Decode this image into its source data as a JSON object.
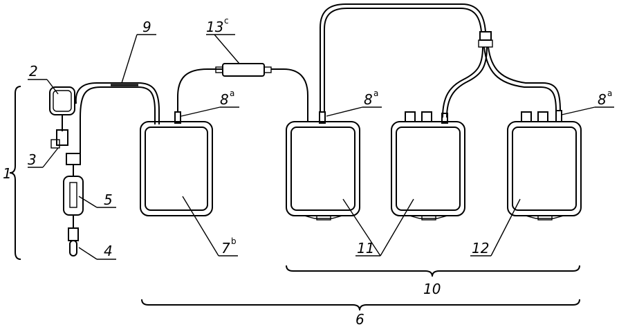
{
  "labels": {
    "l1": "1",
    "l2": "2",
    "l3": "3",
    "l4": "4",
    "l5": "5",
    "l6": "6",
    "l7": "7",
    "l7_sup": "b",
    "l8a": "8",
    "l8a_sup": "a",
    "l8b": "8",
    "l8b_sup": "a",
    "l8c": "8",
    "l8c_sup": "a",
    "l9": "9",
    "l10": "10",
    "l11": "11",
    "l12": "12",
    "l13": "13",
    "l13_sup": "c"
  }
}
